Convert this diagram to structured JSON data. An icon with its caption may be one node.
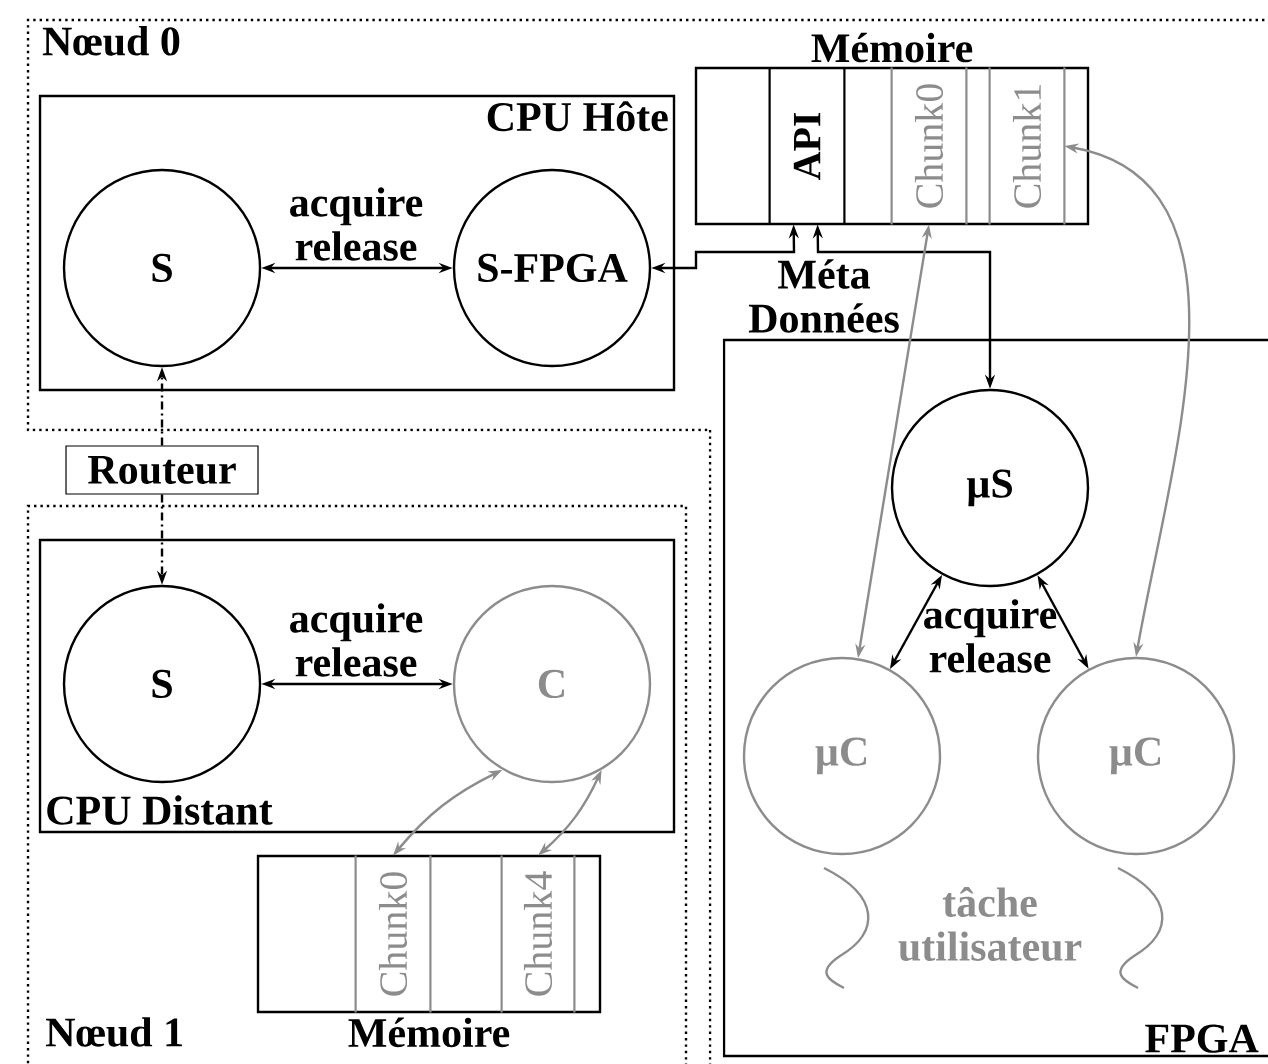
{
  "diagram": {
    "nodes": [
      {
        "text": [
          "Nœud 0"
        ]
      },
      {
        "text": [
          "CPU Hôte"
        ],
        "in": 0
      },
      {
        "text": [
          "S"
        ],
        "in": 1
      },
      {
        "text": [
          "S-FPGA"
        ],
        "in": 1
      },
      {
        "text": [
          "Mémoire"
        ],
        "in": 0
      },
      {
        "text": [
          "API"
        ],
        "in": 4
      },
      {
        "text": [
          "Chunk0"
        ],
        "in": 4
      },
      {
        "text": [
          "Chunk1"
        ],
        "in": 4
      },
      {
        "text": [
          "FPGA"
        ]
      },
      {
        "text": [
          "µS"
        ],
        "in": 8
      },
      {
        "text": [
          "µC"
        ],
        "in": 8
      },
      {
        "text": [
          "µC"
        ],
        "in": 8
      },
      {
        "text": [
          "Routeur"
        ]
      },
      {
        "text": [
          "Nœud 1"
        ]
      },
      {
        "text": [
          "CPU Distant"
        ],
        "in": 13
      },
      {
        "text": [
          "S"
        ],
        "in": 14
      },
      {
        "text": [
          "C"
        ],
        "in": 14
      },
      {
        "text": [
          "Mémoire"
        ],
        "in": 13
      },
      {
        "text": [
          "Chunk0"
        ],
        "in": 17
      },
      {
        "text": [
          "Chunk4"
        ],
        "in": 17
      }
    ],
    "edges": [
      {
        "from": 2,
        "to": 3,
        "arrow": "both",
        "label": "acquire release"
      },
      {
        "from": 3,
        "to": 5,
        "arrow": "both"
      },
      {
        "from": 9,
        "to": 5,
        "arrow": "both"
      },
      {
        "from": 9,
        "to": 10,
        "arrow": "both"
      },
      {
        "from": 9,
        "to": 11,
        "arrow": "both"
      },
      {
        "from": 6,
        "to": 10,
        "arrow": "both",
        "color": "#8c8c8c"
      },
      {
        "from": 7,
        "to": 11,
        "arrow": "both",
        "color": "#8c8c8c"
      },
      {
        "from": 12,
        "to": 2,
        "arrow": "to",
        "style": "dashed"
      },
      {
        "from": 12,
        "to": 15,
        "arrow": "to",
        "style": "dashed"
      },
      {
        "from": 15,
        "to": 16,
        "arrow": "both",
        "label": "acquire release"
      },
      {
        "from": 16,
        "to": 18,
        "arrow": "both",
        "color": "#8c8c8c"
      },
      {
        "from": 16,
        "to": 19,
        "arrow": "both",
        "color": "#8c8c8c"
      }
    ],
    "labels": [
      "Méta Données",
      "acquire release",
      "tâche utilisateur"
    ]
  }
}
